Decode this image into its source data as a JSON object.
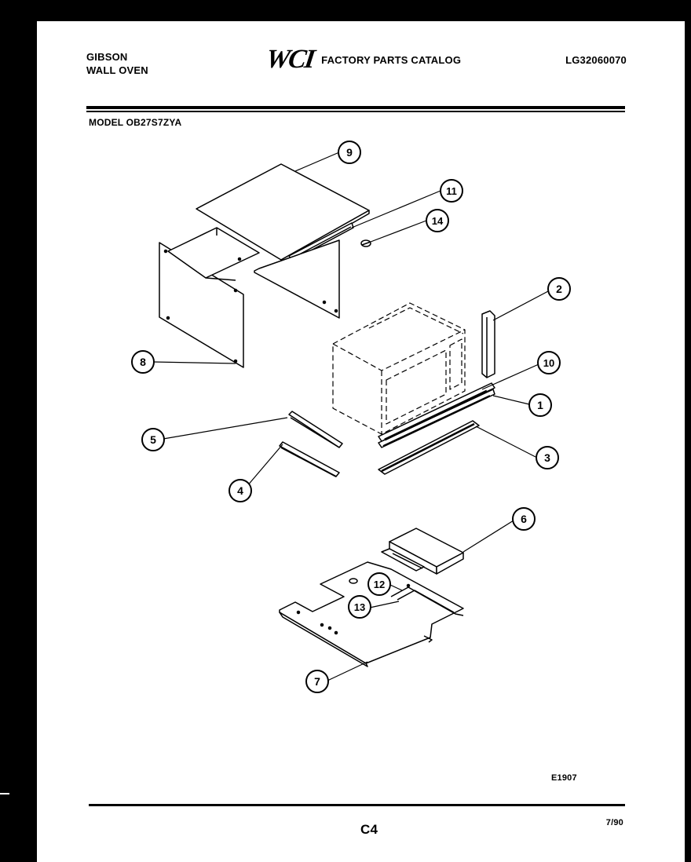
{
  "header": {
    "brand_line1": "GIBSON",
    "brand_line2": "WALL OVEN",
    "logo": "WCI",
    "catalog_title": "FACTORY PARTS CATALOG",
    "catalog_code": "LG32060070",
    "model": "MODEL OB27S7ZYA"
  },
  "footer": {
    "diagram_id": "E1907",
    "page": "C4",
    "date": "7/90"
  },
  "callouts": [
    "9",
    "11",
    "14",
    "2",
    "8",
    "10",
    "1",
    "5",
    "3",
    "4",
    "6",
    "12",
    "13",
    "7"
  ]
}
